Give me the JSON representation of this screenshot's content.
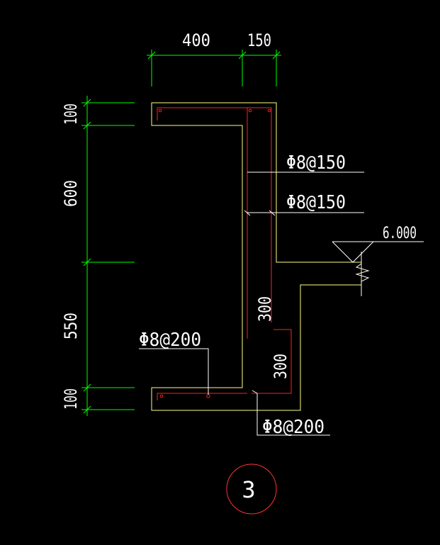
{
  "colors": {
    "background": "#000000",
    "dimension": "#00ff00",
    "outline": "#ffff80",
    "rebar": "#ff2020",
    "text": "#ffffff",
    "marker": "#ff3333"
  },
  "dims": {
    "top_left": "400",
    "top_right": "150",
    "side_1": "100",
    "side_2": "600",
    "side_3": "550",
    "side_4": "100"
  },
  "labels": {
    "rebar_1": "Φ8@150",
    "rebar_2": "Φ8@150",
    "rebar_3": "Φ8@200",
    "rebar_4": "Φ8@200",
    "len_1": "300",
    "len_2": "300",
    "elevation": "6.000",
    "section_no": "3"
  }
}
